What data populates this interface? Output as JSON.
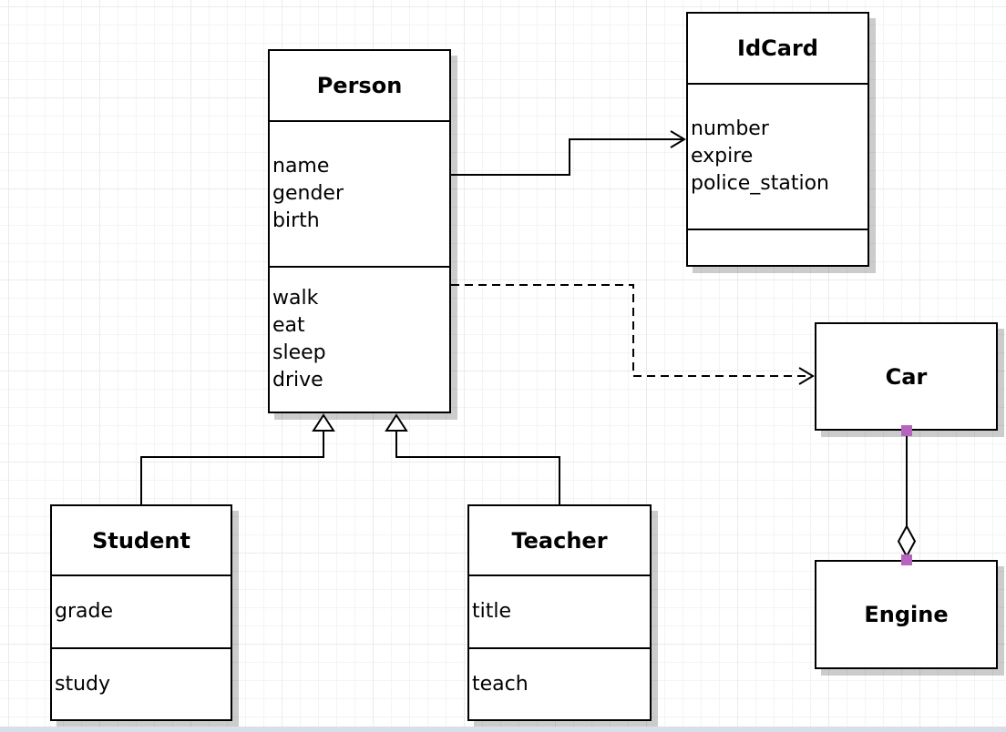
{
  "diagram": {
    "type": "uml-class-diagram",
    "classes": {
      "person": {
        "title": "Person",
        "attributes": [
          "name",
          "gender",
          "birth"
        ],
        "methods": [
          "walk",
          "eat",
          "sleep",
          "drive"
        ]
      },
      "idcard": {
        "title": "IdCard",
        "attributes": [
          "number",
          "expire",
          "police_station"
        ],
        "methods": []
      },
      "student": {
        "title": "Student",
        "compartments": [
          "grade",
          "study"
        ]
      },
      "teacher": {
        "title": "Teacher",
        "compartments": [
          "title",
          "teach"
        ]
      },
      "car": {
        "title": "Car"
      },
      "engine": {
        "title": "Engine"
      }
    },
    "relationships": [
      {
        "from": "Person",
        "to": "IdCard",
        "type": "association",
        "style": "solid line, open arrowhead"
      },
      {
        "from": "Person",
        "to": "Car",
        "type": "dependency",
        "style": "dashed line, open arrowhead"
      },
      {
        "from": "Student",
        "to": "Person",
        "type": "generalization",
        "style": "solid line, hollow triangle"
      },
      {
        "from": "Teacher",
        "to": "Person",
        "type": "generalization",
        "style": "solid line, hollow triangle"
      },
      {
        "from": "Car",
        "to": "Engine",
        "type": "aggregation",
        "style": "solid line, hollow diamond, endpoint handles"
      }
    ],
    "colors": {
      "line": "#000000",
      "box_fill": "#ffffff",
      "shadow": "#c9c9c9",
      "endpoint_handle": "#b665bd",
      "grid_minor": "#f3f4f6",
      "grid_major": "#e9ebee",
      "bottom_strip": "#d9dfe8"
    }
  }
}
